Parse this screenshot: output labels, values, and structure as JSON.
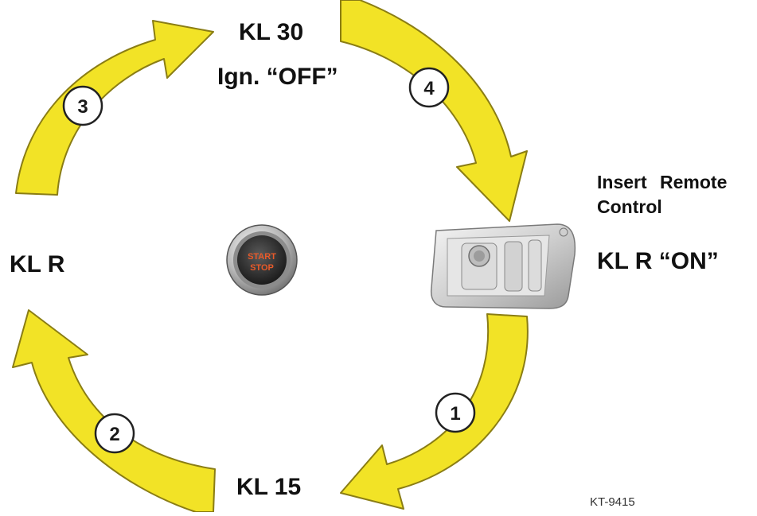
{
  "labels": {
    "kl30": "KL 30",
    "ign_off": "Ign. “OFF”",
    "kl_r": "KL R",
    "kl_15": "KL 15",
    "insert_line1": "Insert Remote",
    "insert_line2": "Control",
    "kl_r_on": "KL R “ON”",
    "figure_ref": "KT-9415"
  },
  "steps": [
    "1",
    "2",
    "3",
    "4"
  ],
  "button": {
    "line1": "START",
    "line2": "STOP"
  },
  "colors": {
    "arrow_fill": "#f2e326",
    "arrow_stroke": "#8a7d14",
    "badge_fill": "#ffffff",
    "button_text": "#e85a2a"
  },
  "icons": {
    "start_stop_button": "start-stop-button-icon",
    "remote_key": "remote-key-icon"
  }
}
